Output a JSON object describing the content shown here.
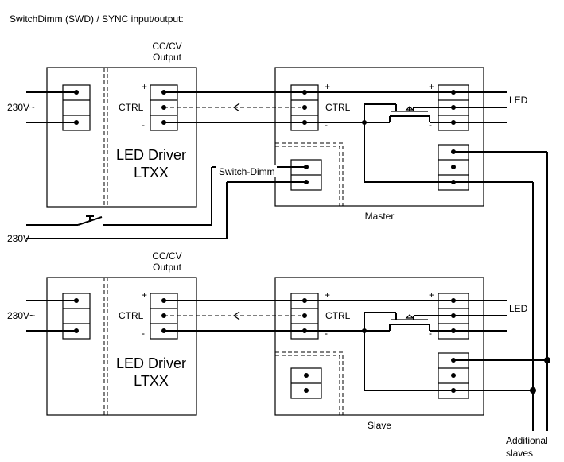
{
  "header": {
    "title": "SwitchDimm (SWD) / SYNC input/output:"
  },
  "top": {
    "output_label_1": "CC/CV",
    "output_label_2": "Output",
    "mains_label": "230V~",
    "ctrl_driver": "CTRL",
    "ctrl_module": "CTRL",
    "driver_name_1": "LED Driver",
    "driver_name_2": "LTXX",
    "switch_dimm": "Switch-Dimm",
    "led_label": "LED",
    "module_name": "Master",
    "plus": "+",
    "minus": "-",
    "switch_mains": "230V~"
  },
  "bottom": {
    "output_label_1": "CC/CV",
    "output_label_2": "Output",
    "mains_label": "230V~",
    "ctrl_driver": "CTRL",
    "ctrl_module": "CTRL",
    "driver_name_1": "LED Driver",
    "driver_name_2": "LTXX",
    "led_label": "LED",
    "module_name": "Slave",
    "plus": "+",
    "minus": "-"
  },
  "footer": {
    "additional_1": "Additional",
    "additional_2": "slaves"
  }
}
